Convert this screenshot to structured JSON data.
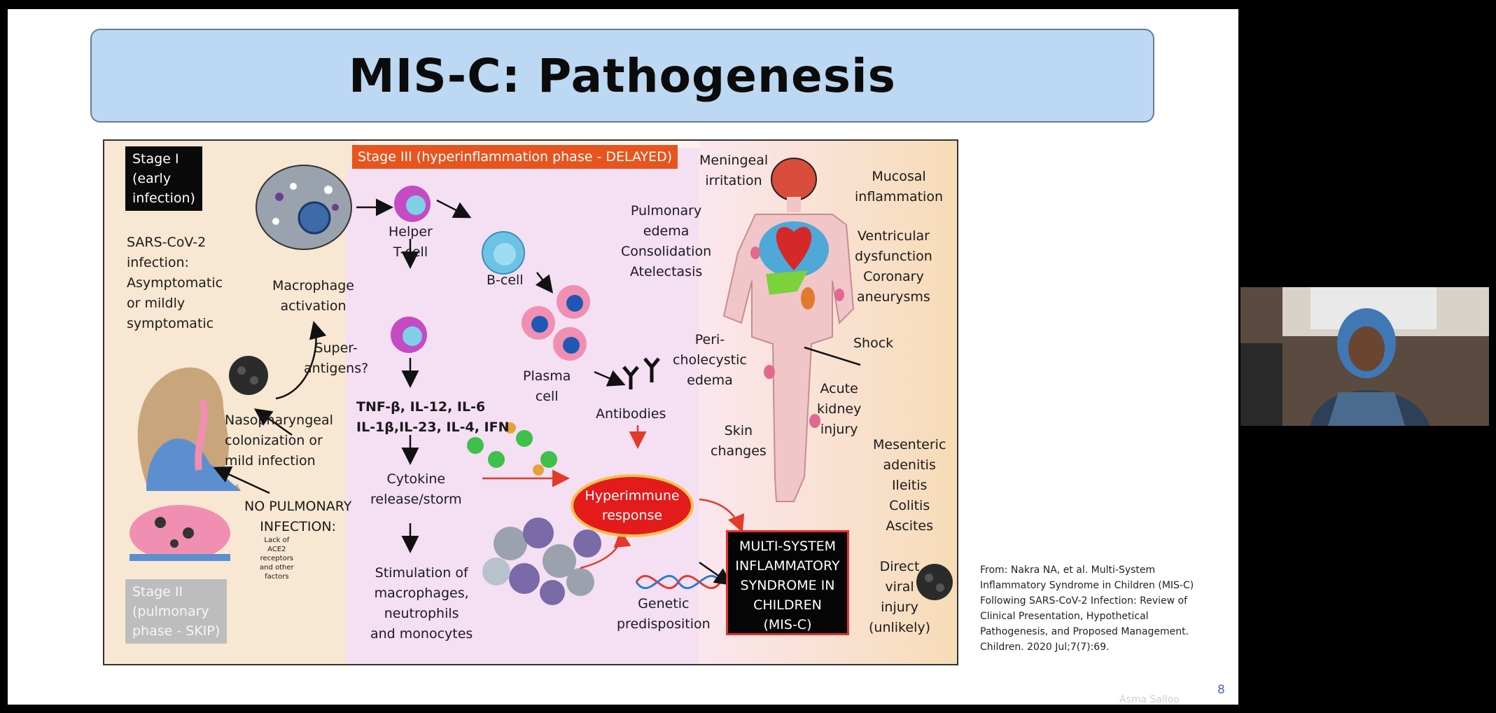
{
  "slide": {
    "title": "MIS-C: Pathogenesis",
    "page_number": "8",
    "watermark": "Asma Salloo",
    "caption": "From: Nakra NA, et al. Multi-System\nInflammatory Syndrome in Children (MIS-C)\nFollowing SARS-CoV-2 Infection: Review of\nClinical Presentation, Hypothetical\nPathogenesis, and Proposed Management.\nChildren. 2020 Jul;7(7):69."
  },
  "figure": {
    "stage1": "Stage I\n(early\ninfection)",
    "stage2": "Stage II\n(pulmonary\nphase - SKIP)",
    "stage3": "Stage III (hyperinflammation phase - DELAYED)",
    "sars": "SARS-CoV-2\ninfection:\nAsymptomatic\nor mildly\nsymptomatic",
    "macrophage": "Macrophage\nactivation",
    "superantigens": "Super-\nantigens?",
    "nasopharyngeal": "Nasopharyngeal\ncolonization or\nmild infection",
    "no_pulmonary": "NO PULMONARY\nINFECTION:",
    "lack_ace2": "Lack of\nACE2\nreceptors\nand other\nfactors",
    "helper_tcell": "Helper\nT-cell",
    "bcell": "B-cell",
    "plasma_cell": "Plasma\ncell",
    "cytokines": "TNF-β, IL-12, IL-6\nIL-1β,IL-23, IL-4, IFN",
    "cytokine_release": "Cytokine\nrelease/storm",
    "stimulation": "Stimulation of\nmacrophages,\nneutrophils\nand monocytes",
    "antibodies": "Antibodies",
    "hyperimmune": "Hyperimmune\nresponse",
    "genetic": "Genetic\npredisposition",
    "mis_c": "MULTI-SYSTEM\nINFLAMMATORY\nSYNDROME IN\nCHILDREN\n(MIS-C)",
    "meningeal": "Meningeal\nirritation",
    "mucosal": "Mucosal\ninflammation",
    "pulmonary": "Pulmonary\nedema\nConsolidation\nAtelectasis",
    "ventricular": "Ventricular\ndysfunction\nCoronary\naneurysms",
    "shock": "Shock",
    "pericholecystic": "Peri-\ncholecystic\nedema",
    "acute_kidney": "Acute\nkidney\ninjury",
    "skin": "Skin\nchanges",
    "mesenteric": "Mesenteric\nadenitis\nIleitis\nColitis\nAscites",
    "direct_viral": "Direct\nviral\ninjury\n(unlikely)"
  },
  "colors": {
    "title_bg": "#bcd8f2",
    "stage3_bg": "#e8541e",
    "hyperimmune_bg": "#e31b1b",
    "page_number": "#4f62c4"
  }
}
